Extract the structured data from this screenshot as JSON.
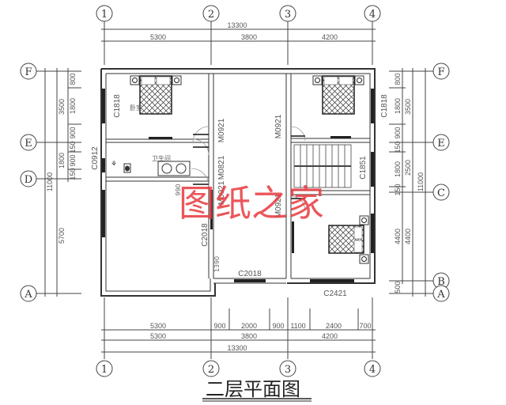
{
  "title": "二层平面图",
  "watermark": "图纸之家",
  "grid_axes": {
    "vertical": [
      "1",
      "2",
      "3",
      "4"
    ],
    "horizontal_left": [
      "F",
      "E",
      "D",
      "A"
    ],
    "horizontal_right": [
      "F",
      "E",
      "C",
      "B",
      "A"
    ]
  },
  "top_dims": {
    "total": "13300",
    "segments": [
      "5300",
      "3800",
      "4200"
    ]
  },
  "bottom_dims": {
    "detail": [
      "5300",
      "900",
      "2000",
      "900",
      "1100",
      "2400",
      "700"
    ],
    "segments": [
      "5300",
      "3800",
      "4200"
    ],
    "total": "13300"
  },
  "left_dims": {
    "detail": [
      "800",
      "1800",
      "900",
      "150",
      "900",
      "150"
    ],
    "mid": [
      "3500",
      "1800",
      "5700"
    ],
    "total": "11000"
  },
  "right_dims": {
    "detail": [
      "800",
      "1800",
      "900",
      "150",
      "1800",
      "150",
      "4400",
      "500"
    ],
    "mid": [
      "3500",
      "2500",
      "4400"
    ],
    "total": "11000"
  },
  "labels": {
    "window_c1818_left": "C1818",
    "window_c1818_right": "C1818",
    "window_c0912": "C0912",
    "window_c2018_left": "C2018",
    "window_c2018_bottom": "C2018",
    "window_c1851": "C1851",
    "window_c2421": "C2421",
    "door_m0921_a": "M0921",
    "door_m0821": "M0821",
    "door_m0921_b": "M0921",
    "door_m0921_c": "M0921",
    "door_m0921_d": "M0921",
    "bathroom": "卫生间",
    "bedroom": "卧室",
    "dim_1390": "1390",
    "dim_990": "990"
  }
}
